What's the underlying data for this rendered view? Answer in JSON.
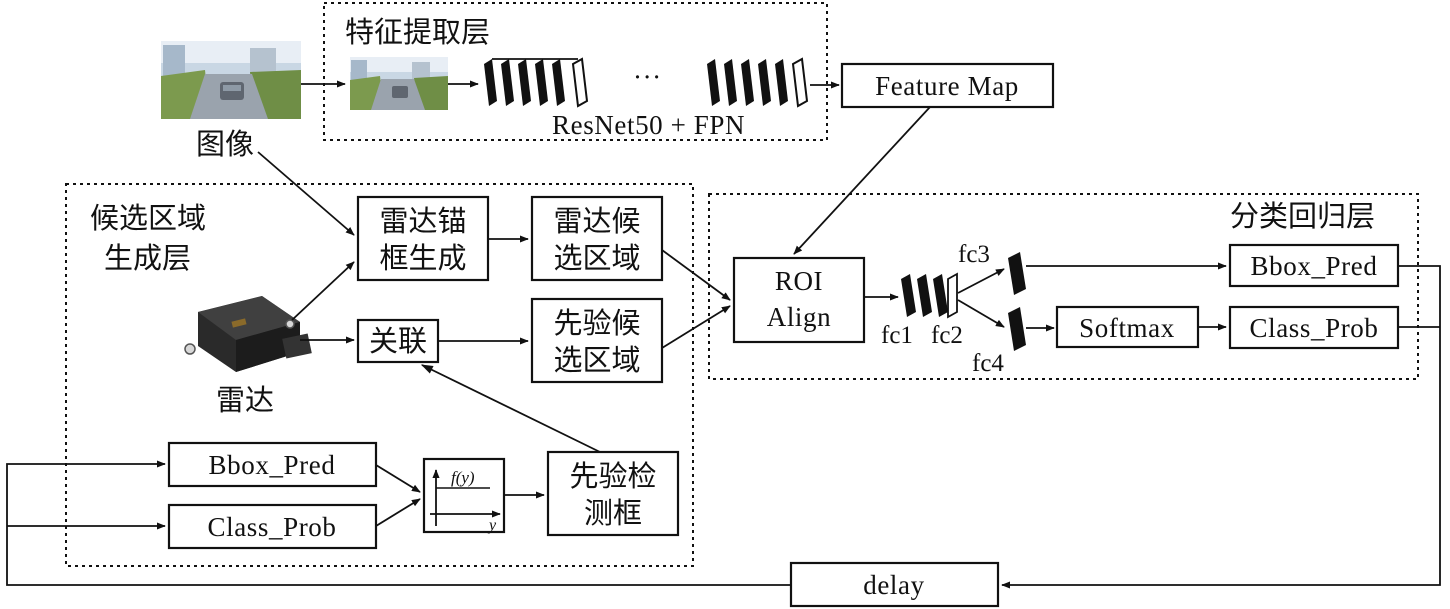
{
  "regions": {
    "feature_layer": "特征提取层",
    "proposal_layer_line1": "候选区域",
    "proposal_layer_line2": "生成层",
    "cls_reg_layer": "分类回归层"
  },
  "inputs": {
    "image_label": "图像",
    "radar_label": "雷达"
  },
  "backbone": {
    "ellipsis": "···",
    "name": "ResNet50 + FPN"
  },
  "nodes": {
    "feature_map": "Feature Map",
    "radar_anchor_1": "雷达锚",
    "radar_anchor_2": "框生成",
    "radar_proposal_1": "雷达候",
    "radar_proposal_2": "选区域",
    "associate": "关联",
    "prior_proposal_1": "先验候",
    "prior_proposal_2": "选区域",
    "roi_1": "ROI",
    "roi_2": "Align",
    "softmax": "Softmax",
    "bbox_pred_top": "Bbox_Pred",
    "class_prob_top": "Class_Prob",
    "bbox_pred_bottom": "Bbox_Pred",
    "class_prob_bottom": "Class_Prob",
    "prior_box_1": "先验检",
    "prior_box_2": "测框",
    "delay": "delay"
  },
  "fc_labels": {
    "fc1": "fc1",
    "fc2": "fc2",
    "fc3": "fc3",
    "fc4": "fc4"
  },
  "function_plot": {
    "y_axis_label": "f(y)",
    "x_axis_label": "y"
  }
}
